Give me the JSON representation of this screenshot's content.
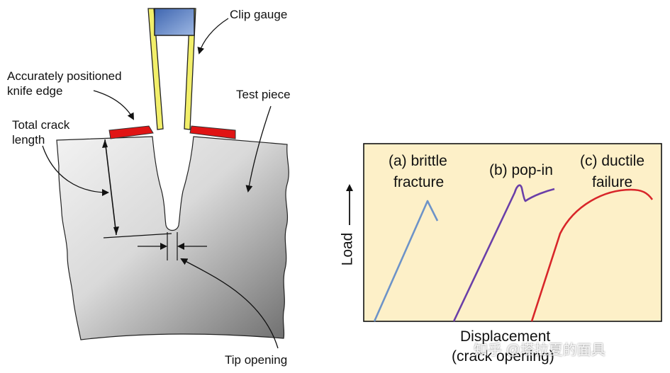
{
  "left_diagram": {
    "labels": {
      "clip_gauge": "Clip gauge",
      "knife_edge_line1": "Accurately positioned",
      "knife_edge_line2": "knife edge",
      "test_piece": "Test piece",
      "crack_length_line1": "Total crack",
      "crack_length_line2": "length",
      "tip_opening": "Tip opening"
    },
    "colors": {
      "gauge_head": "#5f84c4",
      "gauge_arm": "#f2ef6a",
      "knife_edge": "#e01414",
      "specimen_light": "#efefef",
      "specimen_dark": "#7a7a7a"
    }
  },
  "curve_plot": {
    "background": "#fdf0c8",
    "y_label": "Load",
    "x_label_line1": "Displacement",
    "x_label_line2": "(crack opening)",
    "curves": [
      {
        "id": "a",
        "label_line1": "(a) brittle",
        "label_line2": "fracture",
        "color": "#6d93c8"
      },
      {
        "id": "b",
        "label_line1": "(b) pop-in",
        "label_line2": "",
        "color": "#6a3fa8"
      },
      {
        "id": "c",
        "label_line1": "(c) ductile",
        "label_line2": "failure",
        "color": "#d8262a"
      }
    ]
  },
  "watermark": "知乎 @塔拉夏的面具"
}
